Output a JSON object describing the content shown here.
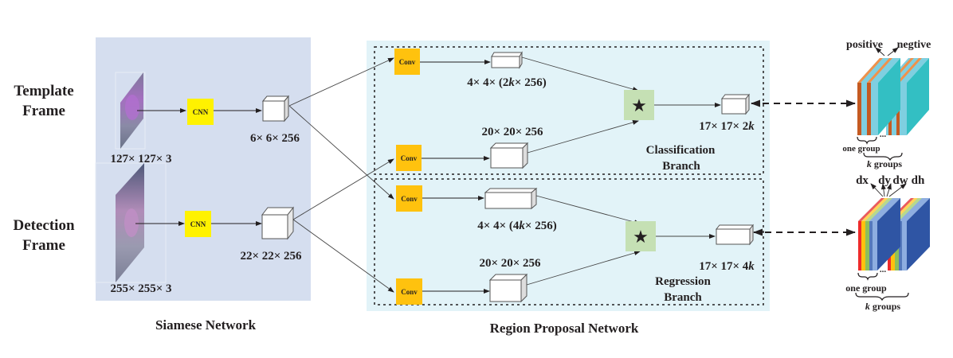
{
  "colors": {
    "siamese_bg": "#d5deef",
    "rpn_bg": "#e2f3f8",
    "cnn_box": "#fff200",
    "conv_box": "#ffc20e",
    "corr_box": "#c5e0b4",
    "cls_teal": "#33bfc3",
    "cls_light": "#7fcfe0",
    "cls_orange": "#c55a21",
    "cls_orange_top": "#f0914a",
    "reg_blue": "#2f55a4",
    "reg_red": "#ee2b2b",
    "reg_yellow": "#ffc20e",
    "reg_green": "#8dc05a",
    "reg_lightblue": "#8eaee0"
  },
  "siamese": {
    "title": "Siamese Network",
    "template": {
      "label_line1": "Template",
      "label_line2": "Frame",
      "input_size": "127× 127× 3",
      "cnn_label": "CNN",
      "feature_size": "6× 6× 256"
    },
    "detection": {
      "label_line1": "Detection",
      "label_line2": "Frame",
      "input_size": "255× 255× 3",
      "cnn_label": "CNN",
      "feature_size": "22× 22× 256"
    }
  },
  "rpn": {
    "title": "Region Proposal Network",
    "correlation_symbol": "★",
    "classification": {
      "branch_line1": "Classification",
      "branch_line2": "Branch",
      "conv_label": "Conv",
      "kernel_size_pre": "4× 4× (2",
      "kernel_size_k": "k",
      "kernel_size_post": "× 256)",
      "search_size": "20× 20× 256",
      "output_size_pre": "17× 17× 2",
      "output_size_k": "k"
    },
    "regression": {
      "branch_line1": "Regression",
      "branch_line2": "Branch",
      "conv_label": "Conv",
      "kernel_size_pre": "4× 4× (4",
      "kernel_size_k": "k",
      "kernel_size_post": "× 256)",
      "search_size": "20× 20× 256",
      "output_size_pre": "17× 17× 4",
      "output_size_k": "k"
    }
  },
  "outputs": {
    "classification": {
      "positive_label": "positive",
      "negative_label": "negtive",
      "one_group": "one group",
      "k_groups_k": "k",
      "k_groups_rest": " groups",
      "ellipsis": "..."
    },
    "regression": {
      "dx": "dx",
      "dy": "dy",
      "dw": "dw",
      "dh": "dh",
      "one_group": "one group",
      "k_groups_k": "k",
      "k_groups_rest": " groups",
      "ellipsis": "..."
    }
  }
}
